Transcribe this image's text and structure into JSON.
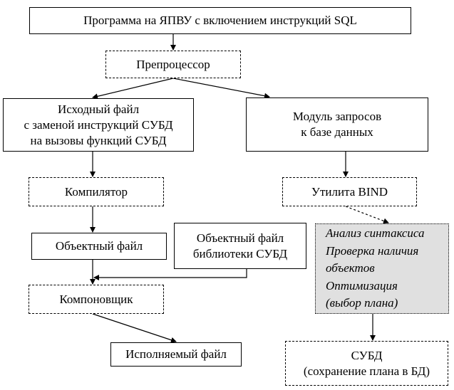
{
  "nodes": {
    "program": "Программа на ЯПВУ с включением инструкций SQL",
    "preprocessor": "Препроцессор",
    "source_file": [
      "Исходный файл",
      "с заменой инструкций СУБД",
      "на вызовы функций СУБД"
    ],
    "query_module": [
      "Модуль запросов",
      "к базе данных"
    ],
    "compiler": "Компилятор",
    "bind_utility": "Утилита BIND",
    "object_file": "Объектный файл",
    "dbms_library_object": [
      "Объектный файл",
      "библиотеки СУБД"
    ],
    "bind_steps": [
      "Анализ синтаксиса",
      "Проверка наличия",
      "объектов",
      "Оптимизация",
      "(выбор плана)"
    ],
    "linker": "Компоновщик",
    "executable": "Исполняемый файл",
    "dbms": [
      "СУБД",
      "(сохранение плана в БД)"
    ]
  },
  "colors": {
    "line": "#000000",
    "box_fill": "#ffffff",
    "highlight_fill": "#e0e0e0"
  }
}
